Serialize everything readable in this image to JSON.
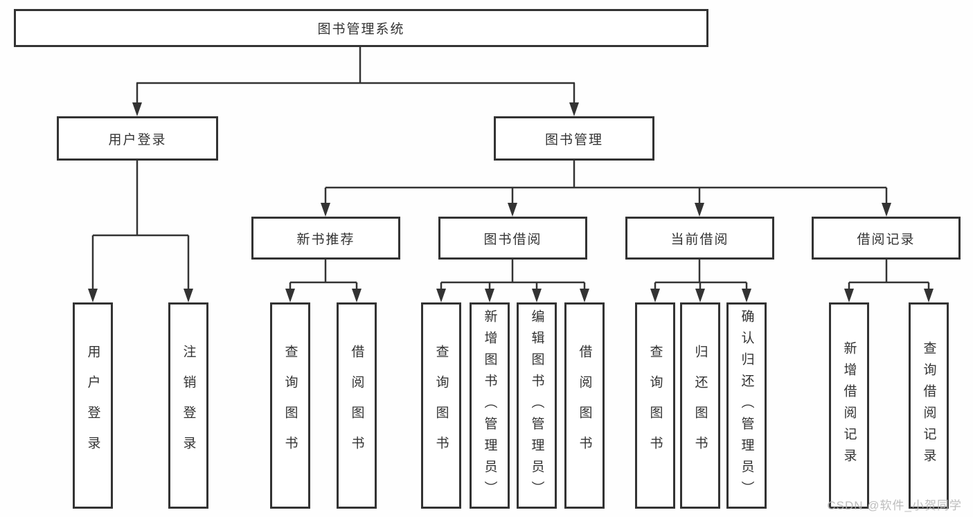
{
  "tree": {
    "root": {
      "label": "图书管理系统"
    },
    "user_branch": {
      "label": "用户登录",
      "children": [
        {
          "label": "用户登录"
        },
        {
          "label": "注销登录"
        }
      ]
    },
    "management_branch": {
      "label": "图书管理",
      "sections": [
        {
          "label": "新书推荐",
          "children": [
            {
              "label": "查询图书"
            },
            {
              "label": "借阅图书"
            }
          ]
        },
        {
          "label": "图书借阅",
          "children": [
            {
              "label": "查询图书"
            },
            {
              "label": "新增图书（管理员）"
            },
            {
              "label": "编辑图书（管理员）"
            },
            {
              "label": "借阅图书"
            }
          ]
        },
        {
          "label": "当前借阅",
          "children": [
            {
              "label": "查询图书"
            },
            {
              "label": "归还图书"
            },
            {
              "label": "确认归还（管理员）"
            }
          ]
        },
        {
          "label": "借阅记录",
          "children": [
            {
              "label": "新增借阅记录"
            },
            {
              "label": "查询借阅记录"
            }
          ]
        }
      ]
    },
    "watermark": "CSDN @软件_小贺同学",
    "colors": {
      "line": "#333333",
      "text": "#333333",
      "watermark": "#b6b6b6",
      "background": "#ffffff"
    }
  }
}
